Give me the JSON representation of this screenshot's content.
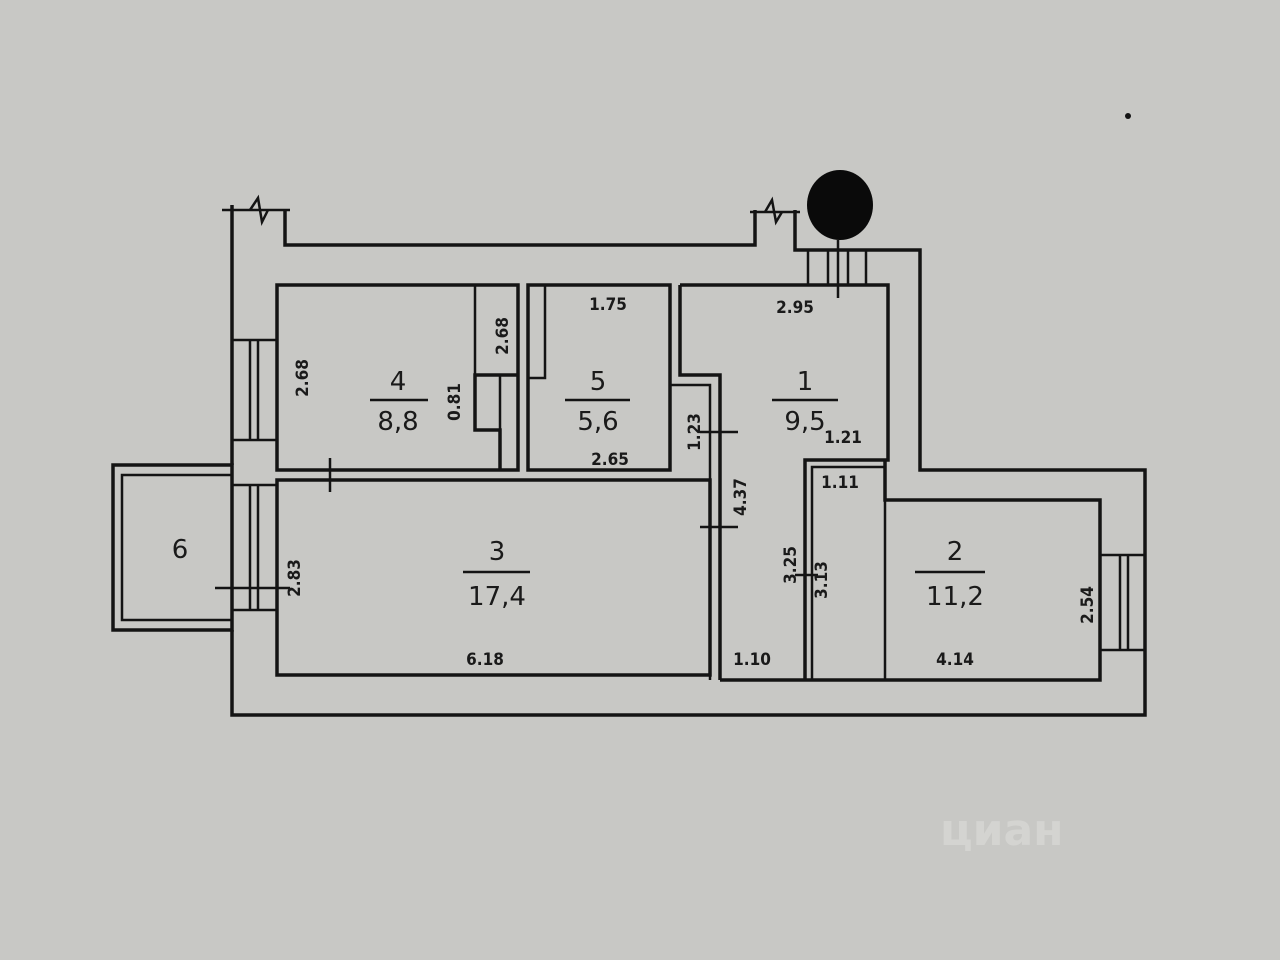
{
  "rooms": [
    {
      "number": "1",
      "area": "9,5"
    },
    {
      "number": "2",
      "area": "11,2"
    },
    {
      "number": "3",
      "area": "17,4"
    },
    {
      "number": "4",
      "area": "8,8"
    },
    {
      "number": "5",
      "area": "5,6"
    },
    {
      "number": "6"
    }
  ],
  "dimensions": {
    "r4_left": "2.68",
    "r4_right": "2.68",
    "r4_niche": "0.81",
    "r5_top": "1.75",
    "r5_bottom": "2.65",
    "r1_top": "2.95",
    "r1_door": "1.23",
    "r1_corner": "1.21",
    "corridor_len": "4.37",
    "r2_corner": "1.11",
    "corridor_h": "3.25",
    "r2_left": "3.13",
    "r2_right": "2.54",
    "r2_bottom": "4.14",
    "r3_left": "2.83",
    "r3_bottom": "6.18",
    "corridor_bottom": "1.10"
  },
  "watermark": {
    "logo": "циан"
  },
  "colors": {
    "background": "#c8c8c5",
    "lines": "#141414",
    "redaction": "#0a0a0a"
  }
}
